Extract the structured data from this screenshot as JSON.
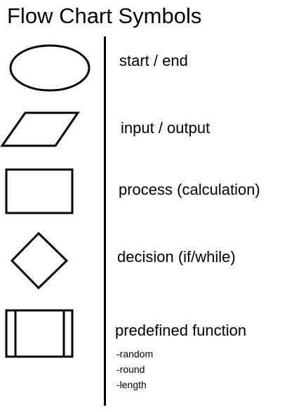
{
  "title": "Flow Chart Symbols",
  "symbols": [
    {
      "shape": "oval",
      "label": "start / end"
    },
    {
      "shape": "parallelogram",
      "label": "input / output"
    },
    {
      "shape": "rectangle",
      "label": "process (calculation)"
    },
    {
      "shape": "diamond",
      "label": "decision (if/while)"
    },
    {
      "shape": "predefined-process",
      "label": "predefined function",
      "examples": [
        "-random",
        "-round",
        "-length"
      ]
    }
  ]
}
